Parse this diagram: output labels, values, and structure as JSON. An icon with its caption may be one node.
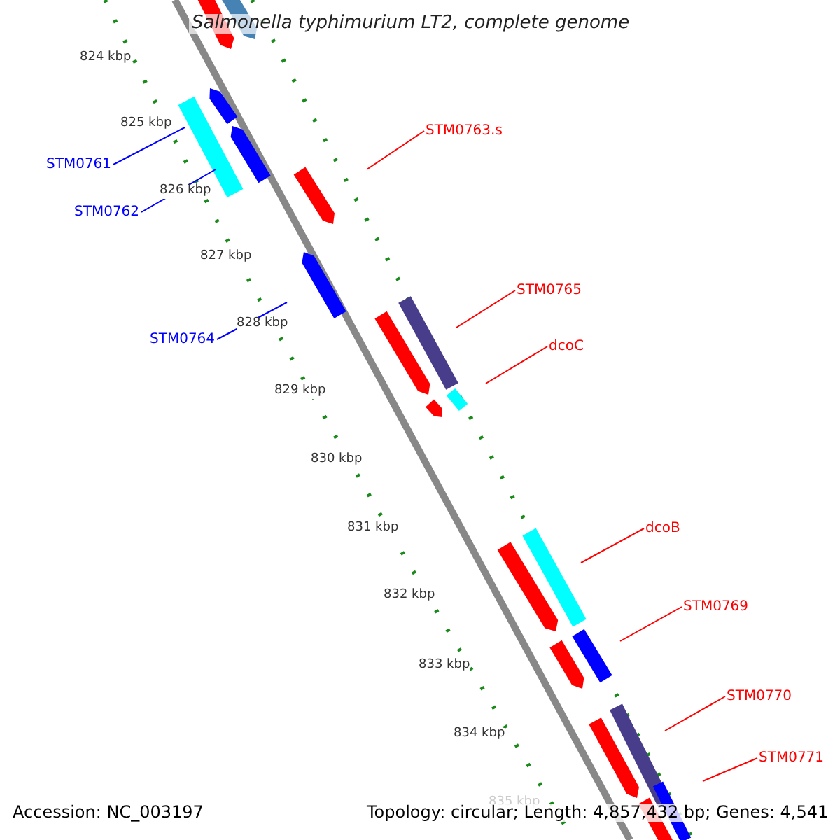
{
  "diagram": {
    "title": "Salmonella typhimurium LT2, complete genome",
    "nodes": [
      {
        "text": [
          "STM0761"
        ]
      },
      {
        "text": [
          "STM0762"
        ]
      },
      {
        "text": [
          "STM0764"
        ]
      },
      {
        "text": [
          "STM0763.s"
        ]
      },
      {
        "text": [
          "STM0765"
        ]
      },
      {
        "text": [
          "dcoC"
        ]
      },
      {
        "text": [
          "dcoB"
        ]
      },
      {
        "text": [
          "STM0769"
        ]
      },
      {
        "text": [
          "STM0770"
        ]
      },
      {
        "text": [
          "STM0771"
        ]
      }
    ],
    "edges": [
      {
        "from": 0,
        "to": null,
        "arrow": "none",
        "color": "#0000ff"
      },
      {
        "from": 1,
        "to": null,
        "arrow": "none",
        "color": "#0000ff"
      },
      {
        "from": 2,
        "to": null,
        "arrow": "none",
        "color": "#0000ff"
      },
      {
        "from": 3,
        "to": null,
        "arrow": "none"
      },
      {
        "from": 4,
        "to": null,
        "arrow": "none"
      },
      {
        "from": 5,
        "to": null,
        "arrow": "none"
      },
      {
        "from": 6,
        "to": null,
        "arrow": "none"
      },
      {
        "from": 7,
        "to": null,
        "arrow": "none"
      },
      {
        "from": 8,
        "to": null,
        "arrow": "none"
      },
      {
        "from": 9,
        "to": null,
        "arrow": "none"
      }
    ],
    "labels": [
      "824 kbp",
      "825 kbp",
      "826 kbp",
      "827 kbp",
      "828 kbp",
      "829 kbp",
      "830 kbp",
      "831 kbp",
      "832 kbp",
      "833 kbp",
      "834 kbp",
      "835 kbp",
      "Accession: NC_003197",
      "Topology: circular; Length: 4,857,432 bp; Genes: 4,541"
    ]
  }
}
